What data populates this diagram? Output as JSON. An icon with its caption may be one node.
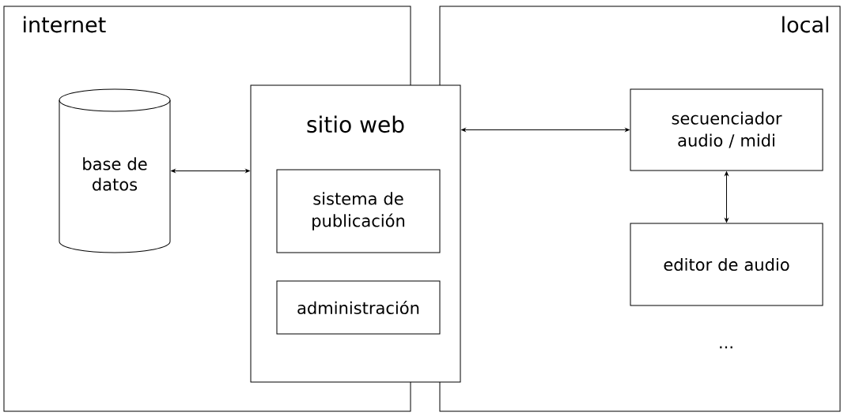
{
  "diagram": {
    "nodes": [
      {
        "text": [
          "internet"
        ]
      },
      {
        "text": [
          "local"
        ]
      },
      {
        "text": [
          "base de datos"
        ],
        "in": 0
      },
      {
        "text": [
          "sitio web"
        ]
      },
      {
        "text": [
          "sistema de publicación"
        ],
        "in": 3
      },
      {
        "text": [
          "administración"
        ],
        "in": 3
      },
      {
        "text": [
          "secuenciador audio / midi"
        ],
        "in": 1
      },
      {
        "text": [
          "editor de audio"
        ],
        "in": 1
      }
    ],
    "edges": [
      {
        "from": 2,
        "to": 3,
        "arrow": "both"
      },
      {
        "from": 3,
        "to": 6,
        "arrow": "both"
      },
      {
        "from": 6,
        "to": 7,
        "arrow": "both"
      }
    ],
    "labels": [
      "..."
    ]
  }
}
